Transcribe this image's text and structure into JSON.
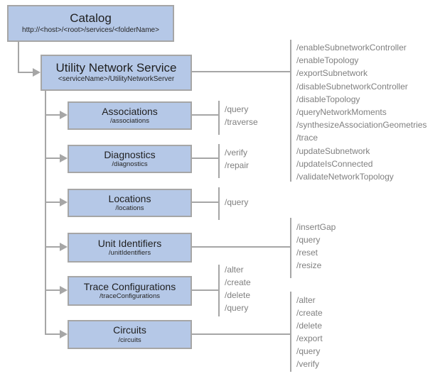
{
  "diagram": {
    "catalog": {
      "title": "Catalog",
      "subtitle": "http://<host>/<root>/services/<folderName>"
    },
    "service": {
      "title": "Utility Network Service",
      "subtitle": "<serviceName>/UtilityNetworkServer",
      "operations": [
        "/enableSubnetworkController",
        "/enableTopology",
        "/exportSubnetwork",
        "/disableSubnetworkController",
        "/disableTopology",
        "/queryNetworkMoments",
        "/synthesizeAssociationGeometries",
        "/trace",
        "/updateSubnetwork",
        "/updateIsConnected",
        "/validateNetworkTopology"
      ]
    },
    "resources": [
      {
        "title": "Associations",
        "subtitle": "/associations",
        "operations": [
          "/query",
          "/traverse"
        ]
      },
      {
        "title": "Diagnostics",
        "subtitle": "/diagnostics",
        "operations": [
          "/verify",
          "/repair"
        ]
      },
      {
        "title": "Locations",
        "subtitle": "/locations",
        "operations": [
          "/query"
        ]
      },
      {
        "title": "Unit Identifiers",
        "subtitle": "/unitIdentifiers",
        "operations": [
          "/insertGap",
          "/query",
          "/reset",
          "/resize"
        ]
      },
      {
        "title": "Trace Configurations",
        "subtitle": "/traceConfigurations",
        "operations": [
          "/alter",
          "/create",
          "/delete",
          "/query"
        ]
      },
      {
        "title": "Circuits",
        "subtitle": "/circuits",
        "operations": [
          "/alter",
          "/create",
          "/delete",
          "/export",
          "/query",
          "/verify"
        ]
      }
    ],
    "colors": {
      "box_fill": "#b5c8e7",
      "box_border": "#a6a6a6",
      "line": "#a6a6a6",
      "ops_text": "#808080",
      "title_text": "#1f1f1f"
    }
  }
}
